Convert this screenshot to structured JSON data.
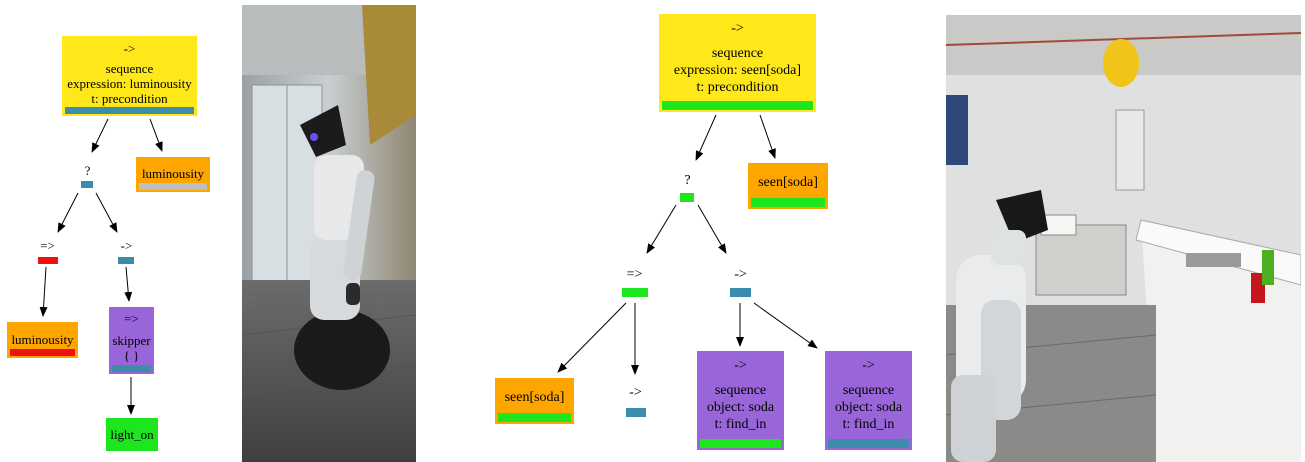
{
  "colors": {
    "yellow": "#ffe81a",
    "orange": "#ffa500",
    "purple": "#9966d9",
    "green": "#1ee61e",
    "red": "#ee1111",
    "blue": "#3c8cae",
    "gray": "#bfbfbf"
  },
  "tree1": {
    "root": {
      "l1": "->",
      "l2": "sequence",
      "l3": "expression: luminousity",
      "l4": "t: precondition"
    },
    "cond": "luminousity",
    "fallback": "?",
    "parallel": "=>",
    "seq": "->",
    "leaf_cond": "luminousity",
    "skipper": {
      "l1": "=>",
      "l2": "skipper",
      "l3": "{ }"
    },
    "action": "light_on"
  },
  "tree2": {
    "root": {
      "l1": "->",
      "l2": "sequence",
      "l3": "expression: seen[soda]",
      "l4": "t: precondition"
    },
    "cond": "seen[soda]",
    "fallback": "?",
    "parallel": "=>",
    "seq": "->",
    "leaf_cond": "seen[soda]",
    "empty_seq": "->",
    "find1": {
      "l1": "->",
      "l2": "sequence",
      "l3": "object: soda",
      "l4": "t: find_in"
    },
    "find2": {
      "l1": "->",
      "l2": "sequence",
      "l3": "object: soda",
      "l4": "t: find_in"
    }
  },
  "photos": {
    "photo1": "robot-in-hallway-photo",
    "photo2": "robot-in-kitchen-photo"
  }
}
